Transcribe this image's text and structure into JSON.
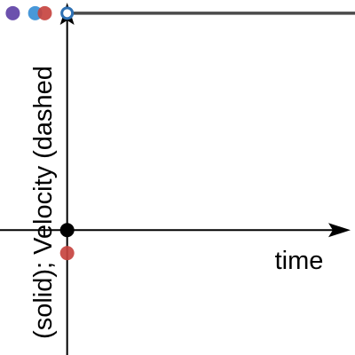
{
  "chart_data": {
    "type": "line",
    "xlabel": "time",
    "ylabel": "(solid); Velocity (dashed",
    "xlim": [
      -0.21,
      0.9
    ],
    "ylim": [
      -0.38,
      0.7
    ],
    "grid": false,
    "series": [
      {
        "style": "solid",
        "color": "#4a4a4a",
        "x": [
          0,
          0.9
        ],
        "y": [
          0.66,
          0.66
        ],
        "start_marker": "open-circle"
      }
    ],
    "points": [
      {
        "x": -0.17,
        "y": 0.66,
        "color": "#6042a6"
      },
      {
        "x": -0.1,
        "y": 0.66,
        "color": "#388fd6"
      },
      {
        "x": -0.07,
        "y": 0.66,
        "color": "#c74440"
      },
      {
        "x": 0,
        "y": 0,
        "color": "#000000"
      },
      {
        "x": 0,
        "y": -0.07,
        "color": "#c74440"
      }
    ]
  }
}
